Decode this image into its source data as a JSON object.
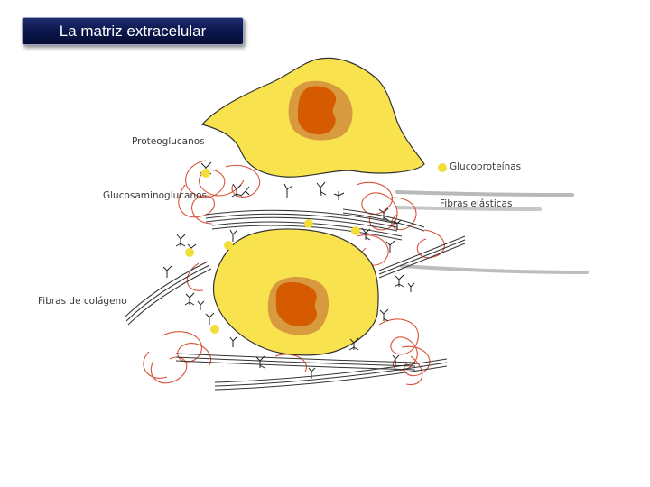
{
  "title": "La matriz extracelular",
  "labels": {
    "proteoglucanos": "Proteoglucanos",
    "glucosaminoglucanos": "Glucosaminoglucanos",
    "glucoproteinas": "Glucoproteínas",
    "fibras_elasticas": "Fibras elásticas",
    "fibras_colageno": "Fibras de colágeno"
  },
  "colors": {
    "cell_fill": "#f8e34f",
    "nucleus_outer": "#d89a3e",
    "nucleus_inner": "#d65a00",
    "elastic_fiber": "#d9533a",
    "collagen_fiber": "#333333",
    "glycoprotein": "#f2dd3a",
    "title_bg": "#0b164d"
  }
}
